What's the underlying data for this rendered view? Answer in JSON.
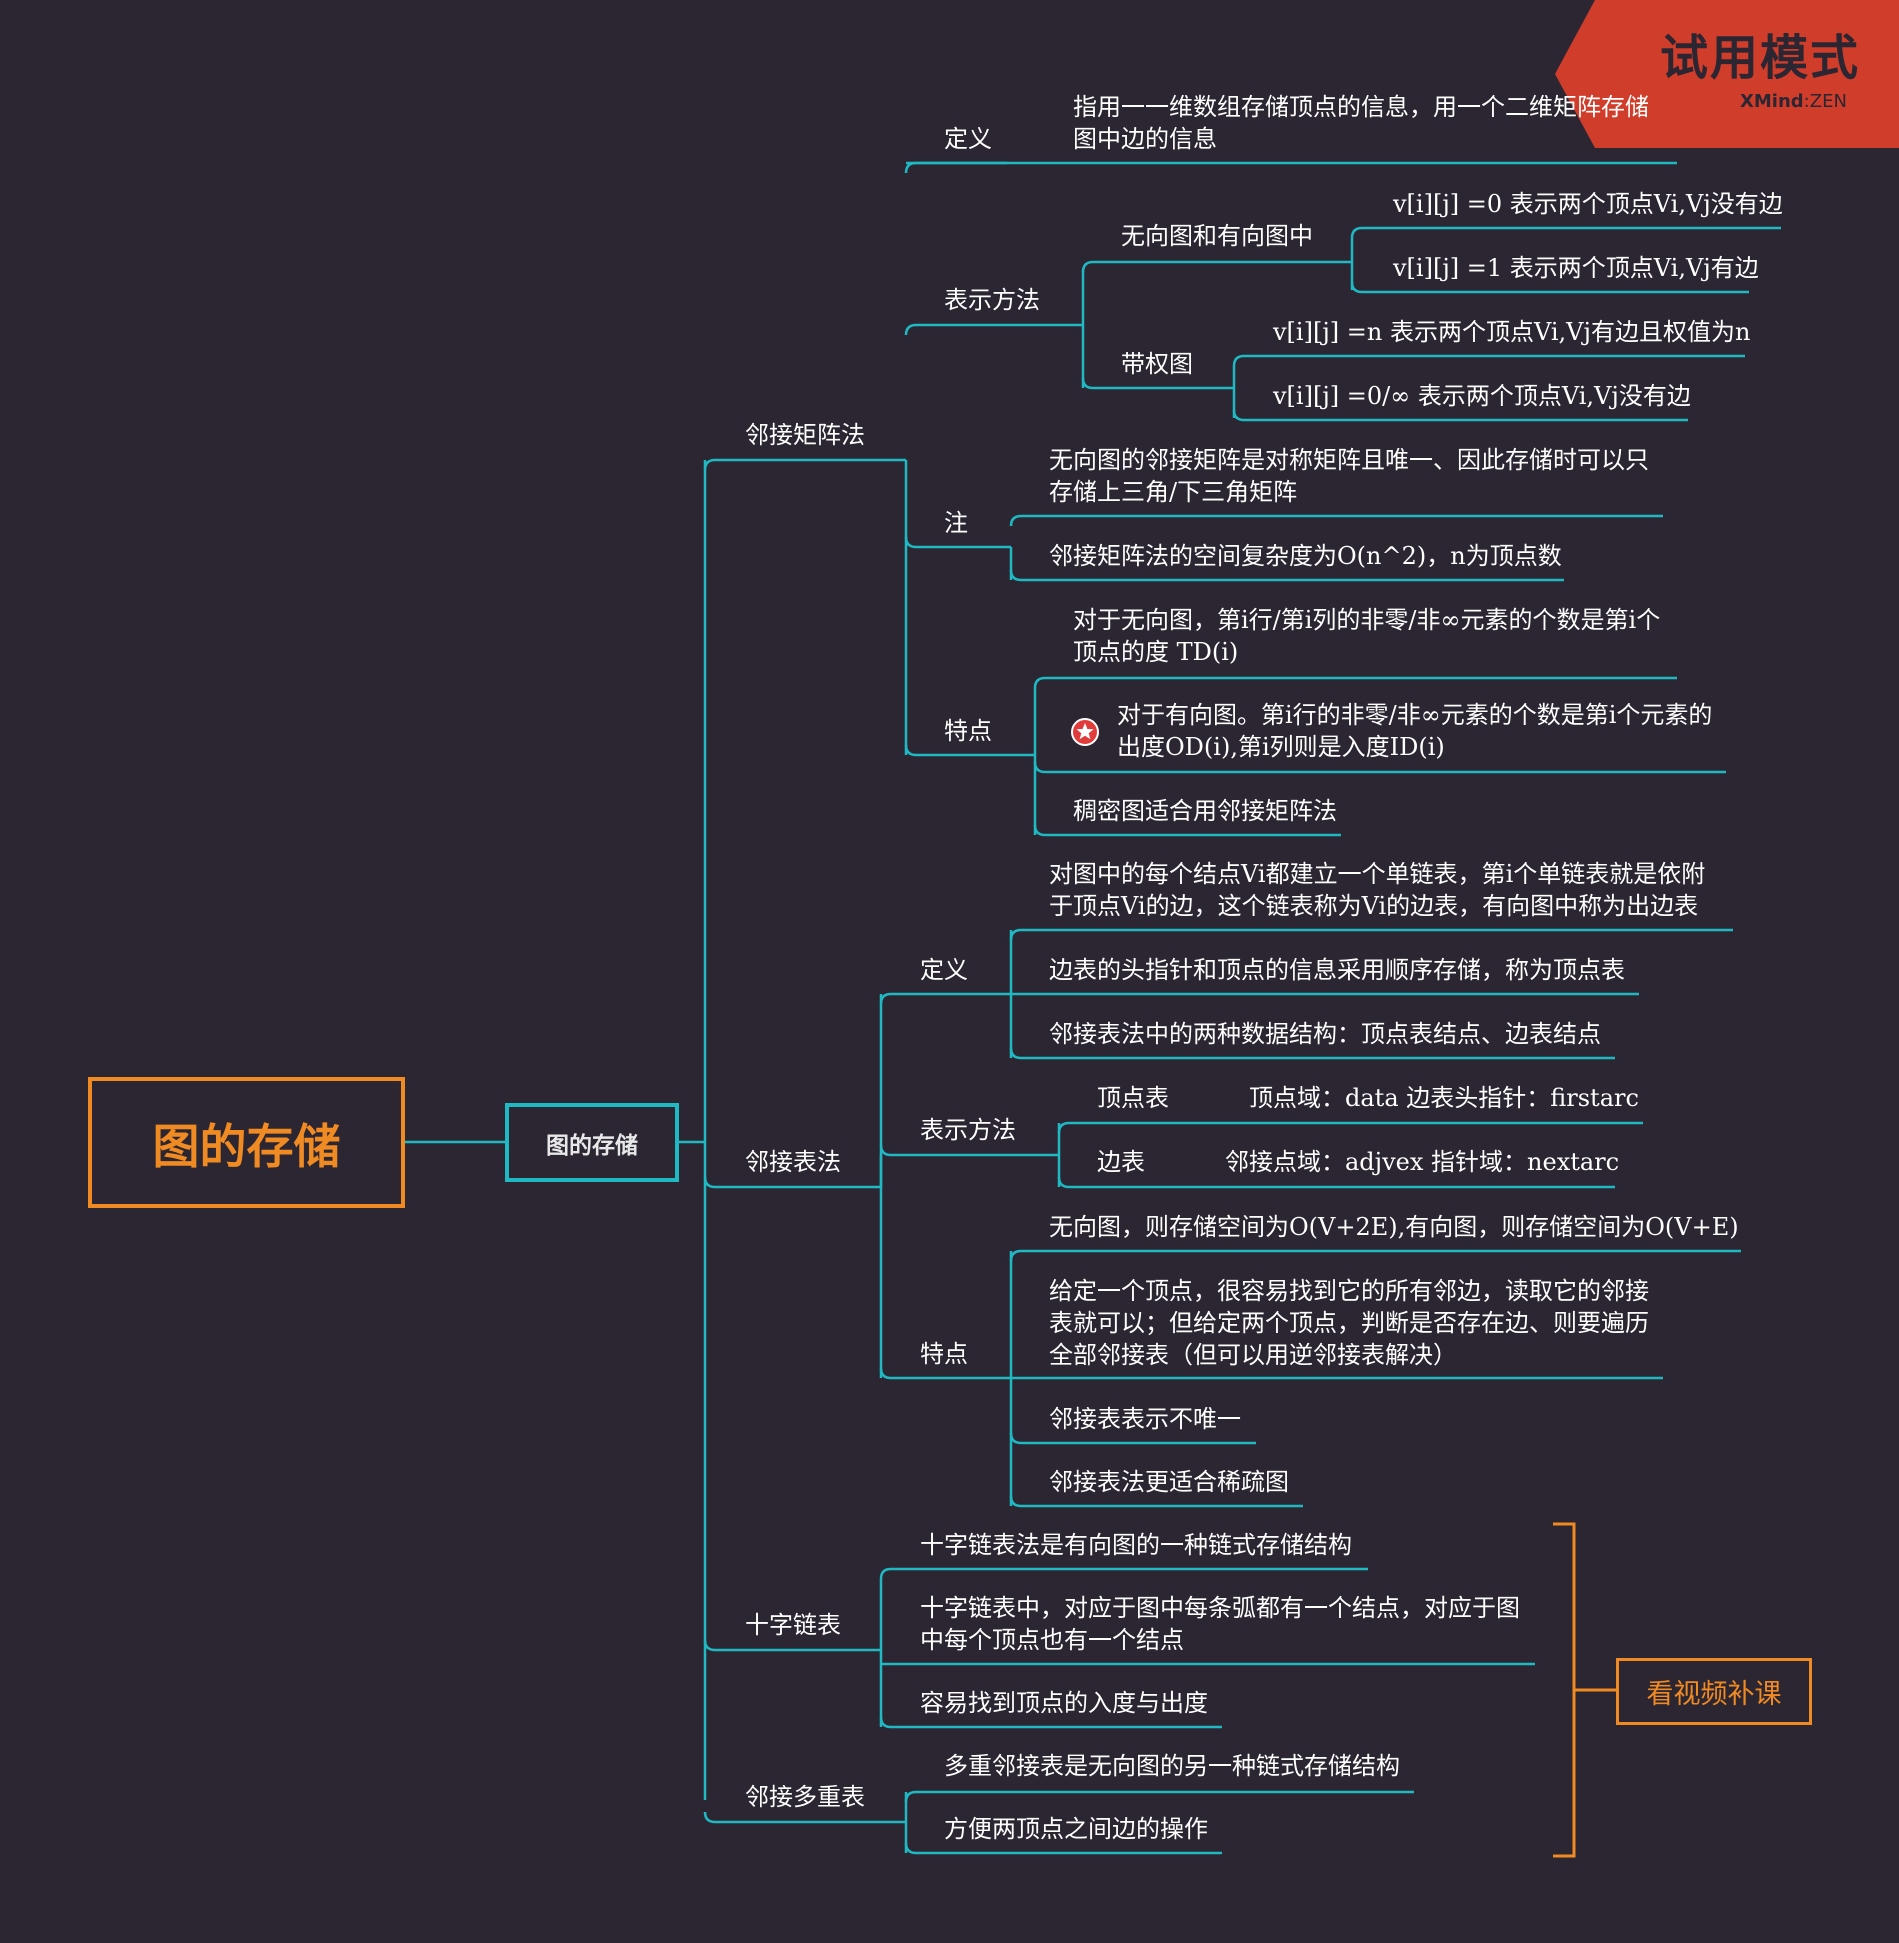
{
  "root": {
    "title": "图的存储"
  },
  "center": {
    "title": "图的存储"
  },
  "watermark": {
    "title": "试用模式",
    "brand_main": "XMind",
    "brand_sep": ":",
    "brand_sub": "ZEN"
  },
  "matrix": {
    "title": "邻接矩阵法",
    "def": {
      "label": "定义",
      "text1": "指用一一维数组存储顶点的信息，用一个二维矩阵存储",
      "text2": "图中边的信息"
    },
    "repr": {
      "label": "表示方法",
      "undirected": {
        "label": "无向图和有向图中",
        "v0": "v[i][j] =0 表示两个顶点Vi,Vj没有边",
        "v1": "v[i][j] =1 表示两个顶点Vi,Vj有边"
      },
      "weighted": {
        "label": "带权图",
        "vn": "v[i][j] =n 表示两个顶点Vi,Vj有边且权值为n",
        "vinf": "v[i][j] =0/∞ 表示两个顶点Vi,Vj没有边"
      }
    },
    "note": {
      "label": "注",
      "text1": "无向图的邻接矩阵是对称矩阵且唯一、因此存储时可以只",
      "text2": "存储上三角/下三角矩阵",
      "text3": "邻接矩阵法的空间复杂度为O(n^2)，n为顶点数"
    },
    "feat": {
      "label": "特点",
      "t1a": "对于无向图，第i行/第i列的非零/非∞元素的个数是第i个",
      "t1b": "顶点的度 TD(i)",
      "t2a": "对于有向图。第i行的非零/非∞元素的个数是第i个元素的",
      "t2b": "出度OD(i),第i列则是入度ID(i)",
      "t3": "稠密图适合用邻接矩阵法"
    }
  },
  "adjlist": {
    "title": "邻接表法",
    "def": {
      "label": "定义",
      "t1a": "对图中的每个结点Vi都建立一个单链表，第i个单链表就是依附",
      "t1b": "于顶点Vi的边，这个链表称为Vi的边表，有向图中称为出边表",
      "t2": "边表的头指针和顶点的信息采用顺序存储，称为顶点表",
      "t3": "邻接表法中的两种数据结构：顶点表结点、边表结点"
    },
    "repr": {
      "label": "表示方法",
      "vertex_label": "顶点表",
      "vertex_text": "顶点域：data  边表头指针：firstarc",
      "edge_label": "边表",
      "edge_text": "邻接点域：adjvex  指针域：nextarc"
    },
    "feat": {
      "label": "特点",
      "t1": "无向图，则存储空间为O(V+2E),有向图，则存储空间为O(V+E)",
      "t2a": "给定一个顶点，很容易找到它的所有邻边，读取它的邻接",
      "t2b": "表就可以；但给定两个顶点，判断是否存在边、则要遍历",
      "t2c": "全部邻接表（但可以用逆邻接表解决）",
      "t3": "邻接表表示不唯一",
      "t4": "邻接表法更适合稀疏图"
    }
  },
  "ortho": {
    "title": "十字链表",
    "t1": "十字链表法是有向图的一种链式存储结构",
    "t2a": "十字链表中，对应于图中每条弧都有一个结点，对应于图",
    "t2b": "中每个顶点也有一个结点",
    "t3": "容易找到顶点的入度与出度"
  },
  "multi": {
    "title": "邻接多重表",
    "t1": "多重邻接表是无向图的另一种链式存储结构",
    "t2": "方便两顶点之间边的操作"
  },
  "summary": {
    "label": "看视频补课"
  },
  "colors": {
    "background": "#2b2632",
    "branch": "#1fb9c4",
    "accent": "#f08a22",
    "banner": "#d13d2b",
    "text": "#ffffff"
  }
}
